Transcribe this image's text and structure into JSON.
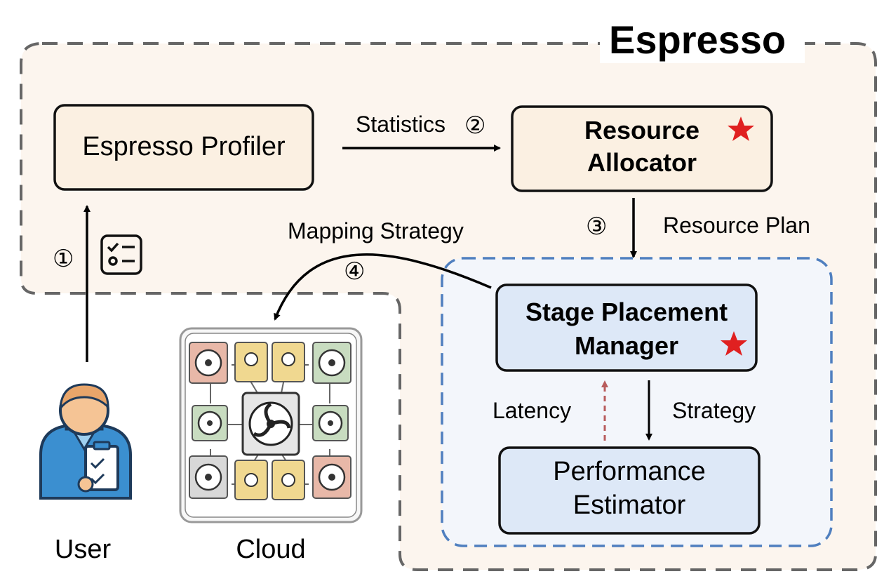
{
  "title": "Espresso",
  "nodes": {
    "profiler": "Espresso Profiler",
    "allocator_line1": "Resource",
    "allocator_line2": "Allocator",
    "manager_line1": "Stage Placement",
    "manager_line2": "Manager",
    "estimator_line1": "Performance",
    "estimator_line2": "Estimator"
  },
  "edges": {
    "statistics": "Statistics",
    "step2": "②",
    "step1": "①",
    "step3": "③",
    "resource_plan": "Resource Plan",
    "mapping_strategy": "Mapping Strategy",
    "step4": "④",
    "latency": "Latency",
    "strategy": "Strategy"
  },
  "actors": {
    "user": "User",
    "cloud": "Cloud"
  },
  "colors": {
    "espresso_fill": "#fcf5ee",
    "node_fill": "#fbf0e2",
    "blue_region_fill": "#f3f6fb",
    "blue_node_fill": "#dde8f7",
    "blue_dash": "#4f7fbf",
    "gray_dash": "#666666",
    "star": "#e02020",
    "latency_arrow": "#b85c5c"
  },
  "icons": [
    "checklist-icon",
    "star-icon",
    "user-icon",
    "cloud-hardware-icon"
  ]
}
